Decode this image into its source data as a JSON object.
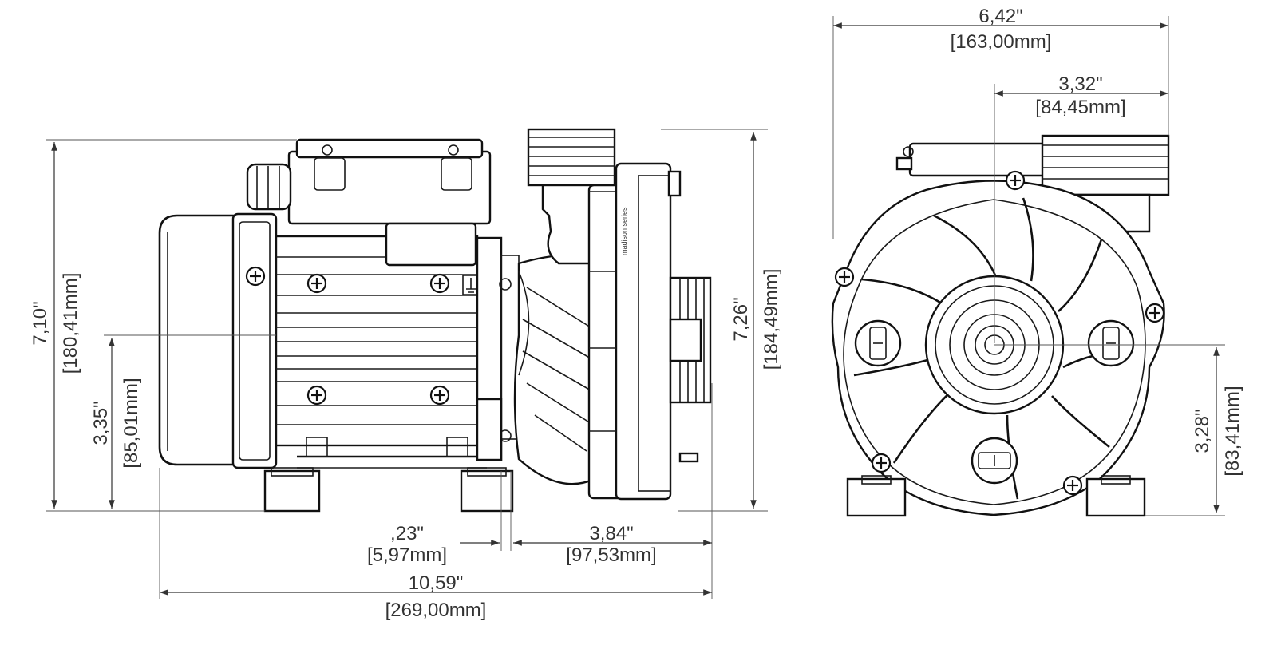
{
  "dimensions": {
    "overall_length": {
      "inch": "10,59\"",
      "mm": "[269,00mm]"
    },
    "overall_height_side": {
      "inch": "7,10\"",
      "mm": "[180,41mm]"
    },
    "shaft_height_side": {
      "inch": "3,35\"",
      "mm": "[85,01mm]"
    },
    "outlet_height": {
      "inch": "7,26\"",
      "mm": "[184,49mm]"
    },
    "foot_offset": {
      "inch": ",23\"",
      "mm": "[5,97mm]"
    },
    "foot_to_inlet": {
      "inch": "3,84\"",
      "mm": "[97,53mm]"
    },
    "front_width": {
      "inch": "6,42\"",
      "mm": "[163,00mm]"
    },
    "front_half_width": {
      "inch": "3,32\"",
      "mm": "[84,45mm]"
    },
    "front_shaft_height": {
      "inch": "3,28\"",
      "mm": "[83,41mm]"
    }
  },
  "label_text": "madison series",
  "colors": {
    "line": "#111111",
    "dimension": "#333333",
    "background": "#ffffff"
  }
}
